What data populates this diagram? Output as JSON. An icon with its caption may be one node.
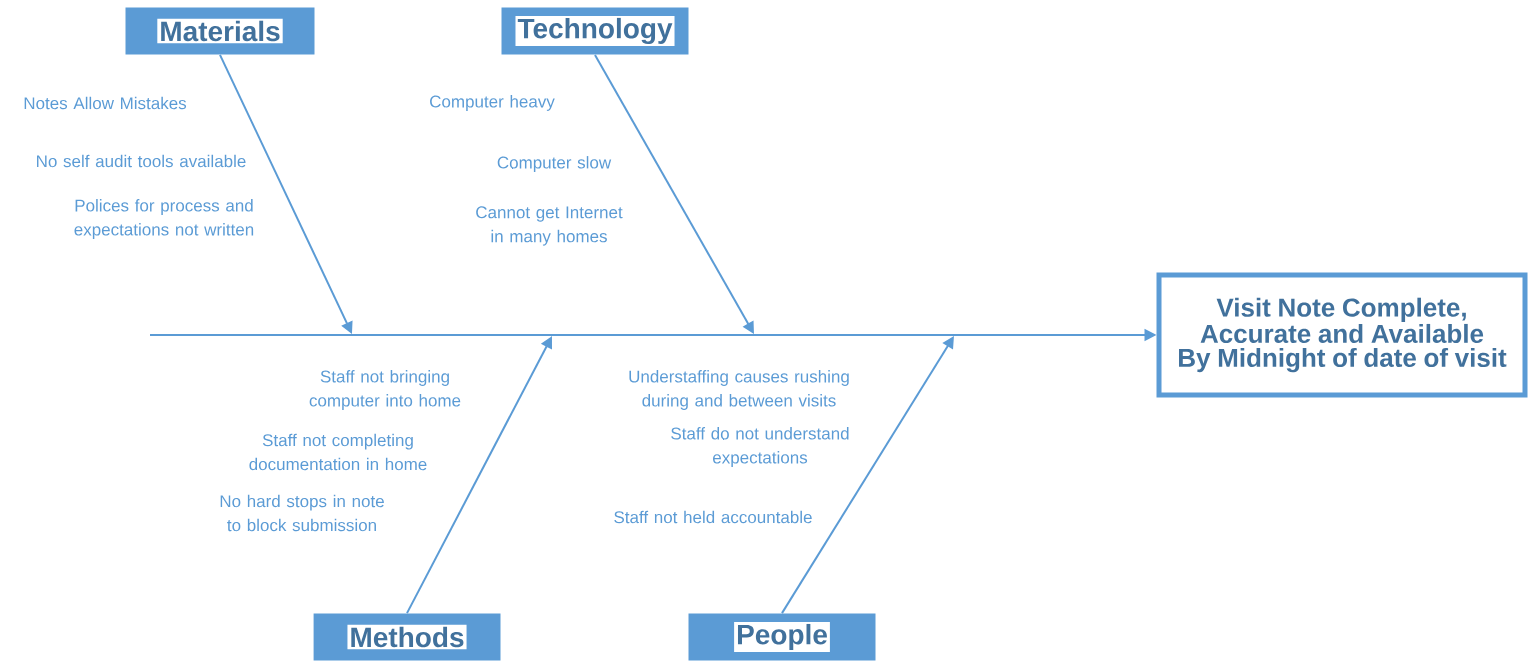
{
  "diagram": {
    "nodes": [
      {
        "text": [
          "Materials"
        ]
      },
      {
        "text": [
          "Technology"
        ]
      },
      {
        "text": [
          "Methods"
        ]
      },
      {
        "text": [
          "People"
        ]
      },
      {
        "text": [
          "Visit Note Complete, Accurate and Available By Midnight of date of visit"
        ]
      }
    ],
    "edges": [
      {
        "from": null,
        "to": 4,
        "arrow": "to"
      },
      {
        "from": 0,
        "to": null,
        "arrow": "to"
      },
      {
        "from": 1,
        "to": null,
        "arrow": "to"
      },
      {
        "from": 2,
        "to": null,
        "arrow": "to"
      },
      {
        "from": 3,
        "to": null,
        "arrow": "to"
      }
    ],
    "labels": [
      "Notes Allow Mistakes",
      "No self audit tools available",
      "Polices for process and expectations not written",
      "Computer heavy",
      "Computer slow",
      "Cannot get Internet in many homes",
      "Staff not bringing computer into home",
      "Staff not completing documentation in home",
      "No hard stops in note to block submission",
      "Understaffing causes rushing during and between visits",
      "Staff do not understand expectations",
      "Staff not held accountable"
    ]
  }
}
